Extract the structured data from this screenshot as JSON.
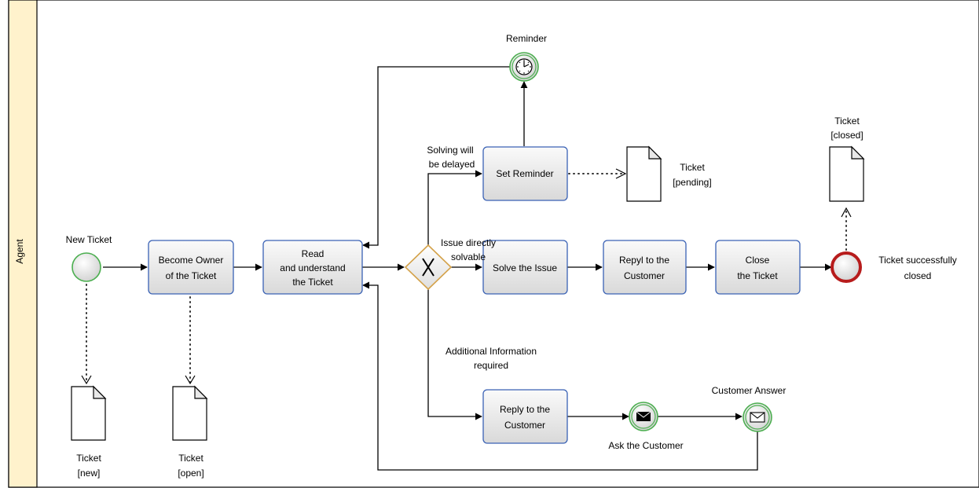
{
  "lane": {
    "label": "Agent",
    "fill": "#fff2cc"
  },
  "colors": {
    "task_border": "#3a62b5",
    "start_event": "#4caf50",
    "end_event": "#b71c1c",
    "gateway_border": "#d4a24a"
  },
  "events": {
    "start": {
      "label": "New Ticket"
    },
    "reminder": {
      "label": "Reminder",
      "icon": "clock-icon"
    },
    "ask_customer": {
      "label": "Ask the Customer",
      "icon": "envelope-filled-icon"
    },
    "customer_answer": {
      "label": "Customer Answer",
      "icon": "envelope-icon"
    },
    "end": {
      "label_line1": "Ticket successfully",
      "label_line2": "closed"
    }
  },
  "tasks": {
    "become_owner": {
      "line1": "Become Owner",
      "line2": "of the Ticket"
    },
    "read_ticket": {
      "line1": "Read",
      "line2": "and understand",
      "line3": "the Ticket"
    },
    "set_reminder": {
      "line1": "Set Reminder"
    },
    "solve_issue": {
      "line1": "Solve the Issue"
    },
    "reply_customer_1": {
      "line1": "Repyl to the",
      "line2": "Customer"
    },
    "close_ticket": {
      "line1": "Close",
      "line2": "the Ticket"
    },
    "reply_customer_2": {
      "line1": "Reply to the",
      "line2": "Customer"
    }
  },
  "gateway": {
    "type": "exclusive",
    "symbol": "X"
  },
  "flow_labels": {
    "delayed_line1": "Solving will",
    "delayed_line2": "be delayed",
    "direct_line1": "Issue directly",
    "direct_line2": "solvable",
    "info_line1": "Additional Information",
    "info_line2": "required"
  },
  "documents": {
    "ticket_new": {
      "line1": "Ticket",
      "line2": "[new]"
    },
    "ticket_open": {
      "line1": "Ticket",
      "line2": "[open]"
    },
    "ticket_pending": {
      "line1": "Ticket",
      "line2": "[pending]"
    },
    "ticket_closed": {
      "line1": "Ticket",
      "line2": "[closed]"
    }
  }
}
